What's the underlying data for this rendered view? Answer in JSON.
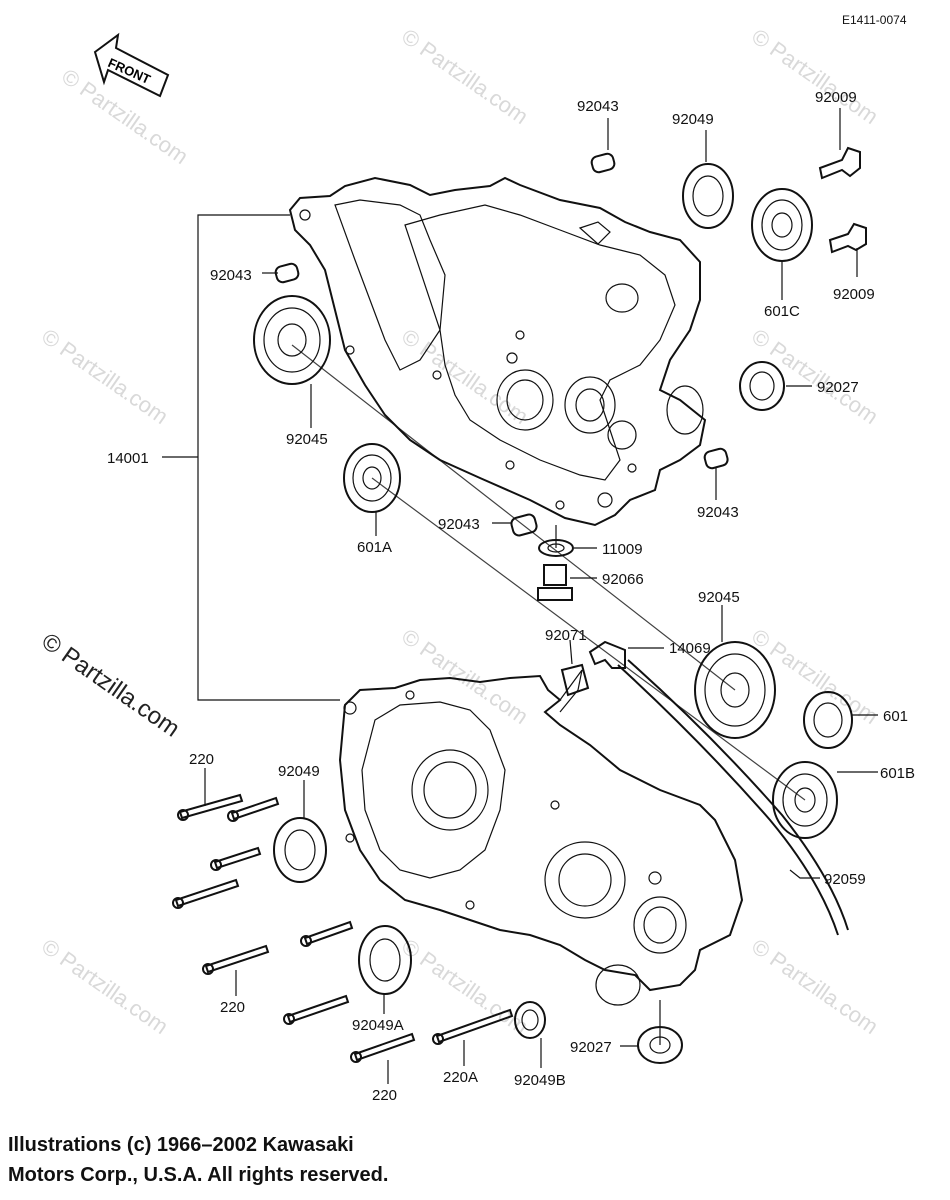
{
  "diagram_code": "E1411-0074",
  "front_arrow_label": "FRONT",
  "watermark": "© Partzilla.com",
  "callouts": {
    "c92043_top": "92043",
    "c92049_top": "92049",
    "c92009_top": "92009",
    "c92043_left": "92043",
    "c92009_right": "92009",
    "c601C": "601C",
    "c92027_right": "92027",
    "c92045_upper": "92045",
    "c14001": "14001",
    "c601A": "601A",
    "c92043_mid": "92043",
    "c92043_right": "92043",
    "c11009": "11009",
    "c92066": "92066",
    "c92045_lower": "92045",
    "c92071": "92071",
    "c14069": "14069",
    "c601": "601",
    "c601B": "601B",
    "c220_top": "220",
    "c92049_left": "92049",
    "c92059": "92059",
    "c220_mid": "220",
    "c92049A": "92049A",
    "c92027_bottom": "92027",
    "c220A": "220A",
    "c92049B": "92049B",
    "c220_bottom": "220"
  },
  "copyright": {
    "line1": "Illustrations (c) 1966–2002 Kawasaki",
    "line2": "Motors Corp., U.S.A.  All rights reserved."
  }
}
